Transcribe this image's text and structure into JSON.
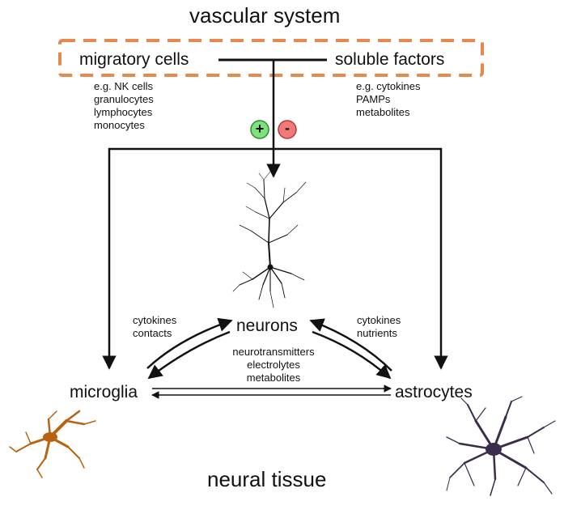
{
  "top_title": "vascular system",
  "bottom_title": "neural tissue",
  "vascular_box": {
    "left_label": "migratory cells",
    "right_label": "soluble factors",
    "left_examples": [
      "e.g. NK cells",
      "granulocytes",
      "lymphocytes",
      "monocytes"
    ],
    "right_examples": [
      "e.g. cytokines",
      "PAMPs",
      "metabolites"
    ]
  },
  "modulation": {
    "positive_symbol": "+",
    "negative_symbol": "-",
    "positive_color": "#7ee07e",
    "negative_color": "#f07a7a"
  },
  "nodes": {
    "neurons": "neurons",
    "microglia": "microglia",
    "astrocytes": "astrocytes"
  },
  "edge_labels": {
    "left": [
      "cytokines",
      "contacts"
    ],
    "right": [
      "cytokines",
      "nutrients"
    ],
    "center": [
      "neurotransmitters",
      "electrolytes",
      "metabolites"
    ]
  },
  "colors": {
    "dashed_box": "#e8884a",
    "microglia_cell": "#b8630f",
    "astrocyte_cell": "#3a2c4a",
    "neuron_cell": "#111111"
  }
}
